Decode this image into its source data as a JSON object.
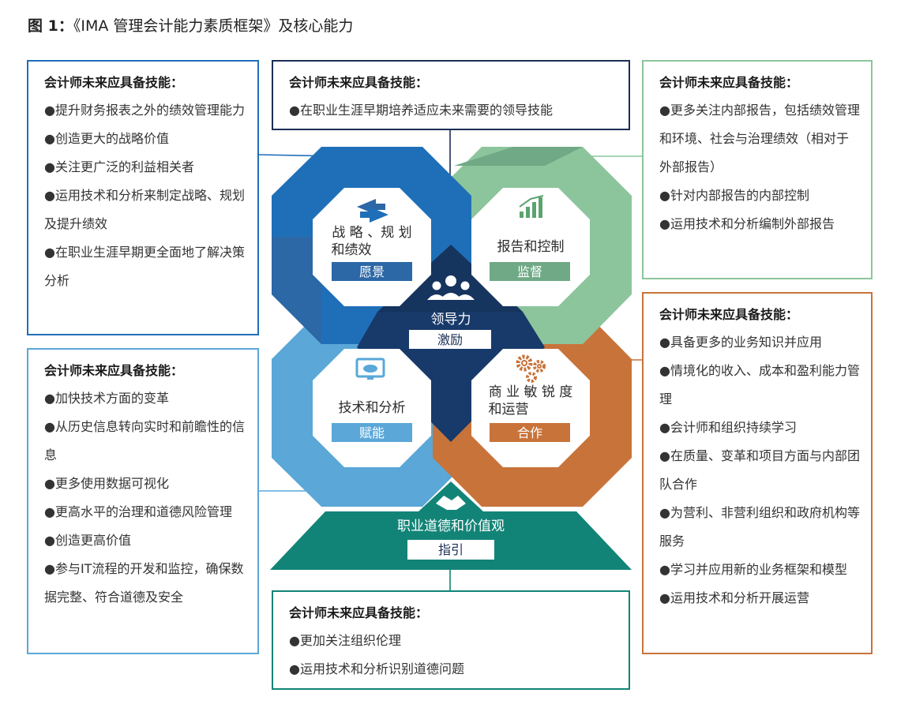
{
  "title": {
    "prefix": "图 1：",
    "text": "《IMA 管理会计能力素质框架》及核心能力"
  },
  "colors": {
    "dark_blue": "#0f3a6b",
    "blue": "#1f6fb8",
    "mid_blue": "#2c67a6",
    "light_blue": "#5aa7d8",
    "green": "#8cc59c",
    "orange": "#c8733a",
    "teal": "#128477",
    "navy": "#1b2e55"
  },
  "heading": "会计师未来应具备技能：",
  "box_top_left": {
    "items": [
      "●提升财务报表之外的绩效管理能力",
      "●创造更大的战略价值",
      "●关注更广泛的利益相关者",
      "●运用技术和分析来制定战略、规划及提升绩效",
      "●在职业生涯早期更全面地了解决策分析"
    ]
  },
  "box_top_center": {
    "items": [
      "●在职业生涯早期培养适应未来需要的领导技能"
    ]
  },
  "box_top_right": {
    "items": [
      "●更多关注内部报告，包括绩效管理和环境、社会与治理绩效（相对于外部报告）",
      "●针对内部报告的内部控制",
      "●运用技术和分析编制外部报告"
    ]
  },
  "box_bottom_left": {
    "items": [
      "●加快技术方面的变革",
      "●从历史信息转向实时和前瞻性的信息",
      "●更多使用数据可视化",
      "●更高水平的治理和道德风险管理",
      "●创造更高价值",
      "●参与IT流程的开发和监控，确保数据完整、符合道德及安全"
    ]
  },
  "box_bottom_right": {
    "items": [
      "●具备更多的业务知识并应用",
      "●情境化的收入、成本和盈利能力管理",
      "●会计师和组织持续学习",
      "●在质量、变革和项目方面与内部团队合作",
      "●为营利、非营利组织和政府机构等服务",
      "●学习并应用新的业务框架和模型",
      "●运用技术和分析开展运营"
    ]
  },
  "box_bottom_center": {
    "items": [
      "●更加关注组织伦理",
      "●运用技术和分析识别道德问题"
    ]
  },
  "nodes": {
    "strategy": {
      "line1": "战 略 、规 划",
      "line2": "和绩效",
      "tag": "愿景",
      "icon": "arrows-icon"
    },
    "reporting": {
      "line1": "报告和控制",
      "tag": "监督",
      "icon": "bar-chart-icon"
    },
    "technology": {
      "line1": "技术和分析",
      "tag": "赋能",
      "icon": "cloud-monitor-icon"
    },
    "business": {
      "line1": "商 业 敏 锐 度",
      "line2": "和运营",
      "tag": "合作",
      "icon": "gears-icon"
    },
    "leadership": {
      "line1": "领导力",
      "tag": "激励",
      "icon": "people-icon"
    },
    "ethics": {
      "line1": "职业道德和价值观",
      "tag": "指引",
      "icon": "handshake-icon"
    }
  }
}
